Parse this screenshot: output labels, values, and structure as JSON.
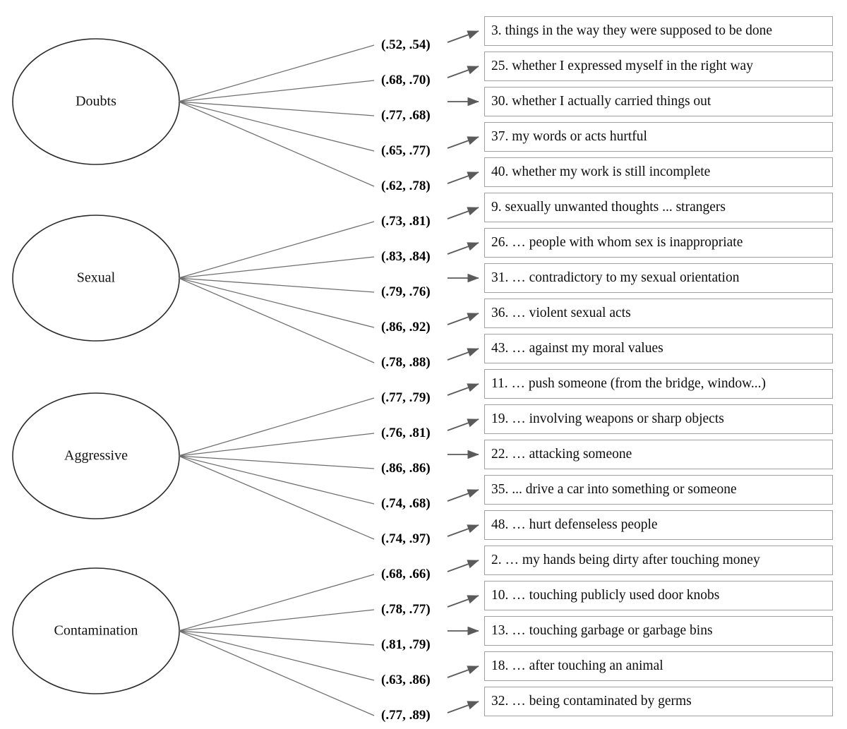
{
  "figure": {
    "type": "sem-path-diagram",
    "background_color": "#ffffff",
    "ellipse_stroke": "#2b2b2b",
    "box_stroke": "#a0a0a0",
    "line_stroke": "#6e6e6e",
    "arrow_stroke": "#5a5a5a",
    "text_color": "#0d0d0d"
  },
  "factors": [
    {
      "name": "Doubts",
      "loadings": [
        "(.52, .54)",
        "(.68, .70)",
        "(.77, .68)",
        "(.65, .77)",
        "(.62, .78)"
      ],
      "indicators": [
        "3. things in the way they were supposed to be done",
        "25. whether I expressed myself in the right way",
        "30. whether I actually carried things out",
        "37. my words or acts hurtful",
        "40. whether my work is still incomplete"
      ]
    },
    {
      "name": "Sexual",
      "loadings": [
        "(.73, .81)",
        "(.83, .84)",
        "(.79, .76)",
        "(.86, .92)",
        "(.78, .88)"
      ],
      "indicators": [
        "9. sexually unwanted thoughts ... strangers",
        "26. … people with whom sex is inappropriate",
        "31. … contradictory to my sexual orientation",
        "36.  … violent sexual acts",
        "43. … against my moral values"
      ]
    },
    {
      "name": "Aggressive",
      "loadings": [
        "(.77, .79)",
        "(.76, .81)",
        "(.86, .86)",
        "(.74, .68)",
        "(.74, .97)"
      ],
      "indicators": [
        "11. … push someone (from the bridge, window...)",
        "19. … involving weapons or sharp objects",
        "22. … attacking someone",
        "35. ... drive a car into something or someone",
        "48. … hurt defenseless people"
      ]
    },
    {
      "name": "Contamination",
      "loadings": [
        "(.68, .66)",
        "(.78, .77)",
        "(.81, .79)",
        "(.63, .86)",
        "(.77, .89)"
      ],
      "indicators": [
        "2. …  my hands being dirty after touching money",
        "10. … touching publicly used door knobs",
        "13. … touching garbage or garbage bins",
        "18. … after touching an animal",
        "32. … being contaminated by germs"
      ]
    }
  ]
}
